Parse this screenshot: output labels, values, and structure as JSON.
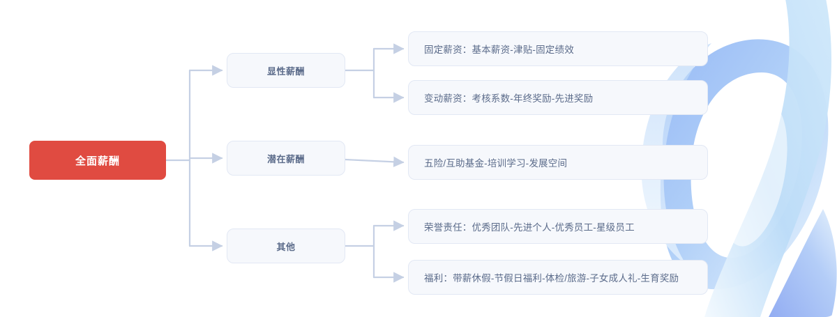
{
  "diagram": {
    "type": "mindmap-tree",
    "orientation": "left-to-right",
    "root": {
      "label": "全面薪酬",
      "fill": "#e04b41",
      "text_color": "#ffffff"
    },
    "node_style": {
      "fill": "#f6f8fc",
      "border": "#e2e8f4",
      "text_color": "#5b6b8a",
      "connector_color": "#c5d0e4"
    },
    "branches": [
      {
        "label": "显性薪酬",
        "children": [
          "固定薪资：基本薪资-津贴-固定绩效",
          "变动薪资：考核系数-年终奖励-先进奖励"
        ]
      },
      {
        "label": "潜在薪酬",
        "children": [
          "五险/互助基金-培训学习-发展空间"
        ]
      },
      {
        "label": "其他",
        "children": [
          "荣誉责任：优秀团队-先进个人-优秀员工-星级员工",
          "福利：带薪休假-节假日福利-体检/旅游-子女成人礼-生育奖励"
        ]
      }
    ],
    "decoration": {
      "name": "blue-gradient-ribbon-swirl",
      "colors": [
        "#7aa3f0",
        "#a8c8f5",
        "#d6eaf9",
        "#eaf4fd",
        "#8fb0f2"
      ]
    }
  }
}
